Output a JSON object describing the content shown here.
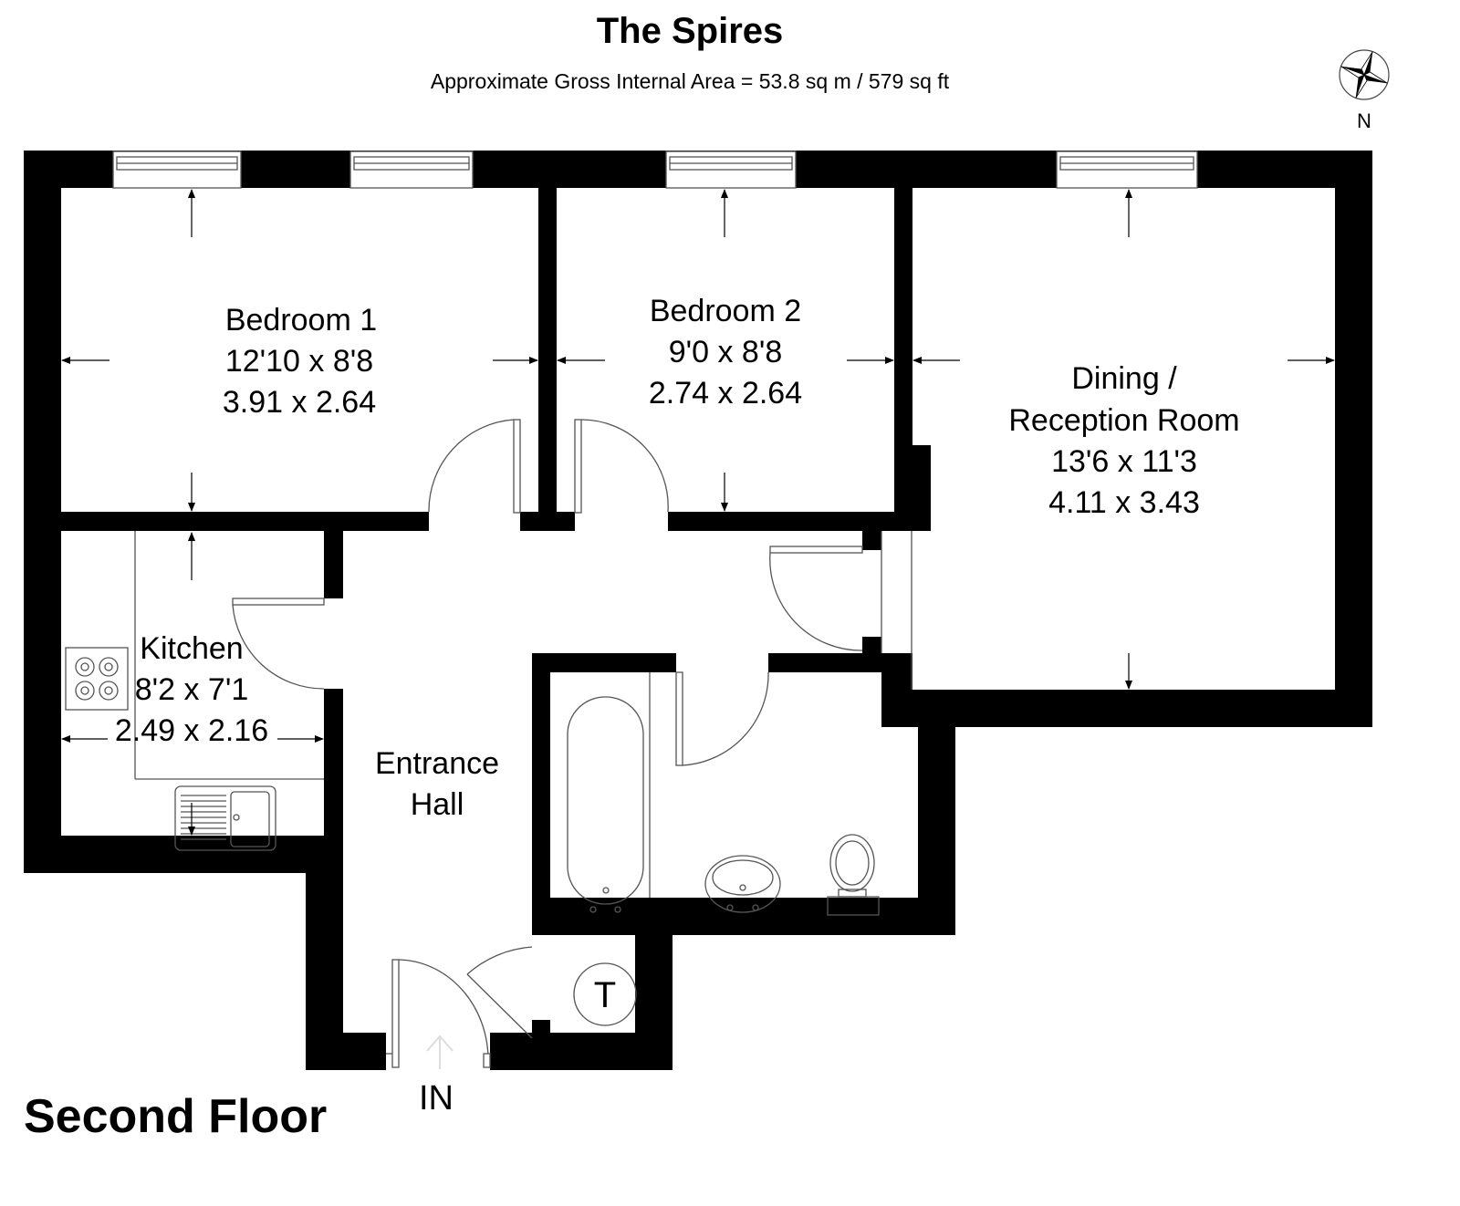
{
  "header": {
    "title": "The Spires",
    "area": "Approximate Gross Internal Area = 53.8 sq m / 579 sq ft"
  },
  "compass": {
    "label": "N"
  },
  "floor": {
    "label": "Second Floor"
  },
  "entrance": {
    "label": "IN"
  },
  "cupboard": {
    "symbol": "T"
  },
  "rooms": {
    "bedroom1": {
      "name": "Bedroom 1",
      "imperial": "12'10 x 8'8",
      "metric": "3.91 x 2.64"
    },
    "bedroom2": {
      "name": "Bedroom 2",
      "imperial": "9'0 x 8'8",
      "metric": "2.74 x 2.64"
    },
    "dining": {
      "name_line1": "Dining /",
      "name_line2": "Reception Room",
      "imperial": "13'6 x 11'3",
      "metric": "4.11 x 3.43"
    },
    "kitchen": {
      "name": "Kitchen",
      "imperial": "8'2 x 7'1",
      "metric": "2.49 x 2.16"
    },
    "hall": {
      "name_line1": "Entrance",
      "name_line2": "Hall"
    }
  },
  "colors": {
    "wall": "#000000",
    "fixture_line": "#555555",
    "background": "#ffffff"
  }
}
